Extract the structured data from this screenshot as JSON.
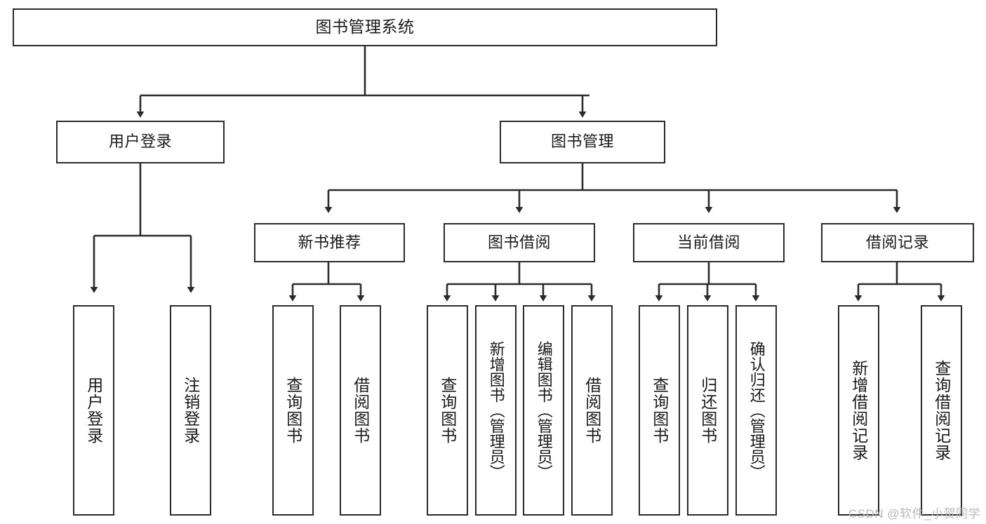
{
  "diagram": {
    "title": "图书管理系统",
    "type": "tree-hierarchy",
    "stroke_color": "#2b2b2b",
    "fill_color": "#ffffff",
    "text_color": "#1a1a1a"
  },
  "root": {
    "label": "图书管理系统"
  },
  "level2": [
    {
      "label": "用户登录"
    },
    {
      "label": "图书管理"
    }
  ],
  "level3": [
    {
      "label": "新书推荐"
    },
    {
      "label": "图书借阅"
    },
    {
      "label": "当前借阅"
    },
    {
      "label": "借阅记录"
    }
  ],
  "leaves": {
    "user_login": [
      {
        "label": "用户登录"
      },
      {
        "label": "注销登录"
      }
    ],
    "new_book_recommend": [
      {
        "label": "查询图书"
      },
      {
        "label": "借阅图书"
      }
    ],
    "book_borrow": [
      {
        "label": "查询图书"
      },
      {
        "label": "新增图书（管理员）"
      },
      {
        "label": "编辑图书（管理员）"
      },
      {
        "label": "借阅图书"
      }
    ],
    "current_borrow": [
      {
        "label": "查询图书"
      },
      {
        "label": "归还图书"
      },
      {
        "label": "确认归还（管理员）"
      }
    ],
    "borrow_record": [
      {
        "label": "新增借阅记录"
      },
      {
        "label": "查询借阅记录"
      }
    ]
  },
  "watermark": {
    "text": "CSDN @软件_小贺同学"
  }
}
